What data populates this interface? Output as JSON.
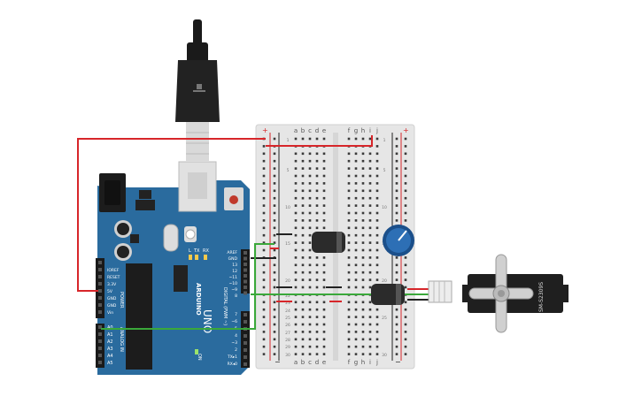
{
  "arduino": {
    "brand": "ARDUINO",
    "model": "UNO",
    "digital_label": "DIGITAL (PWM ~)",
    "power_label": "POWER",
    "analog_label": "ANALOG IN",
    "on_label": "ON",
    "led_l": "L",
    "led_tx": "TX",
    "led_rx": "RX",
    "power_pins": [
      "IOREF",
      "RESET",
      "3.3V",
      "5V",
      "GND",
      "GND",
      "Vin"
    ],
    "analog_pins": [
      "A0",
      "A1",
      "A2",
      "A3",
      "A4",
      "A5"
    ],
    "digital_pins_top": [
      "AREF",
      "GND",
      "13",
      "12",
      "~11",
      "~10",
      "~9",
      "8"
    ],
    "digital_pins_bottom": [
      "7",
      "~6",
      "~5",
      "4",
      "~3",
      "2",
      "TX▸1",
      "RX◂0"
    ]
  },
  "breadboard": {
    "plus": "+",
    "minus": "−",
    "cols_left": [
      "a",
      "b",
      "c",
      "d",
      "e"
    ],
    "cols_right": [
      "f",
      "g",
      "h",
      "i",
      "j"
    ],
    "row_numbers": [
      "1",
      "5",
      "10",
      "15",
      "20",
      "25",
      "30"
    ],
    "rows_bottom": [
      "22",
      "23",
      "24",
      "25",
      "26",
      "27",
      "28",
      "29",
      "30"
    ]
  },
  "servo": {
    "model": "SM-S2309S"
  },
  "colors": {
    "board": "#2a6b9e",
    "wire_red": "#d7262a",
    "wire_green": "#3aa83a",
    "wire_black": "#222222",
    "breadboard": "#e6e6e6",
    "pot_blue": "#2d6fb5",
    "cap_dark": "#2b2b2b"
  }
}
